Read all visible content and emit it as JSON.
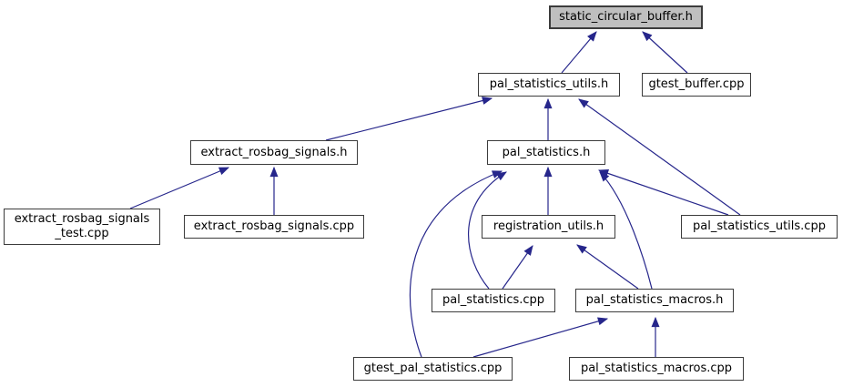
{
  "diagram": {
    "type": "doxygen-included-by-dependency-graph",
    "root": "static_circular_buffer.h",
    "colors": {
      "edge": "#26268b",
      "node_border": "#3c3c3c",
      "node_fill": "#ffffff",
      "highlight_fill": "#bfbfbf",
      "text": "#000000",
      "background": "#ffffff"
    },
    "nodes": [
      {
        "id": "static_circular_buffer.h",
        "label": "static_circular_buffer.h",
        "highlighted": true
      },
      {
        "id": "pal_statistics_utils.h",
        "label": "pal_statistics_utils.h",
        "highlighted": false
      },
      {
        "id": "gtest_buffer.cpp",
        "label": "gtest_buffer.cpp",
        "highlighted": false
      },
      {
        "id": "extract_rosbag_signals.h",
        "label": "extract_rosbag_signals.h",
        "highlighted": false
      },
      {
        "id": "pal_statistics.h",
        "label": "pal_statistics.h",
        "highlighted": false
      },
      {
        "id": "extract_rosbag_signals_test.cpp",
        "label": "extract_rosbag_signals\n_test.cpp",
        "highlighted": false
      },
      {
        "id": "extract_rosbag_signals.cpp",
        "label": "extract_rosbag_signals.cpp",
        "highlighted": false
      },
      {
        "id": "registration_utils.h",
        "label": "registration_utils.h",
        "highlighted": false
      },
      {
        "id": "pal_statistics_utils.cpp",
        "label": "pal_statistics_utils.cpp",
        "highlighted": false
      },
      {
        "id": "pal_statistics.cpp",
        "label": "pal_statistics.cpp",
        "highlighted": false
      },
      {
        "id": "pal_statistics_macros.h",
        "label": "pal_statistics_macros.h",
        "highlighted": false
      },
      {
        "id": "gtest_pal_statistics.cpp",
        "label": "gtest_pal_statistics.cpp",
        "highlighted": false
      },
      {
        "id": "pal_statistics_macros.cpp",
        "label": "pal_statistics_macros.cpp",
        "highlighted": false
      }
    ],
    "edges": [
      {
        "from": "pal_statistics_utils.h",
        "to": "static_circular_buffer.h"
      },
      {
        "from": "gtest_buffer.cpp",
        "to": "static_circular_buffer.h"
      },
      {
        "from": "extract_rosbag_signals.h",
        "to": "pal_statistics_utils.h"
      },
      {
        "from": "pal_statistics.h",
        "to": "pal_statistics_utils.h"
      },
      {
        "from": "pal_statistics_utils.cpp",
        "to": "pal_statistics_utils.h"
      },
      {
        "from": "extract_rosbag_signals_test.cpp",
        "to": "extract_rosbag_signals.h"
      },
      {
        "from": "extract_rosbag_signals.cpp",
        "to": "extract_rosbag_signals.h"
      },
      {
        "from": "registration_utils.h",
        "to": "pal_statistics.h"
      },
      {
        "from": "pal_statistics.cpp",
        "to": "pal_statistics.h"
      },
      {
        "from": "gtest_pal_statistics.cpp",
        "to": "pal_statistics.h"
      },
      {
        "from": "pal_statistics_macros.h",
        "to": "pal_statistics.h"
      },
      {
        "from": "pal_statistics_utils.cpp",
        "to": "pal_statistics.h"
      },
      {
        "from": "pal_statistics.cpp",
        "to": "registration_utils.h"
      },
      {
        "from": "pal_statistics_macros.h",
        "to": "registration_utils.h"
      },
      {
        "from": "gtest_pal_statistics.cpp",
        "to": "pal_statistics_macros.h"
      },
      {
        "from": "pal_statistics_macros.cpp",
        "to": "pal_statistics_macros.h"
      }
    ]
  }
}
